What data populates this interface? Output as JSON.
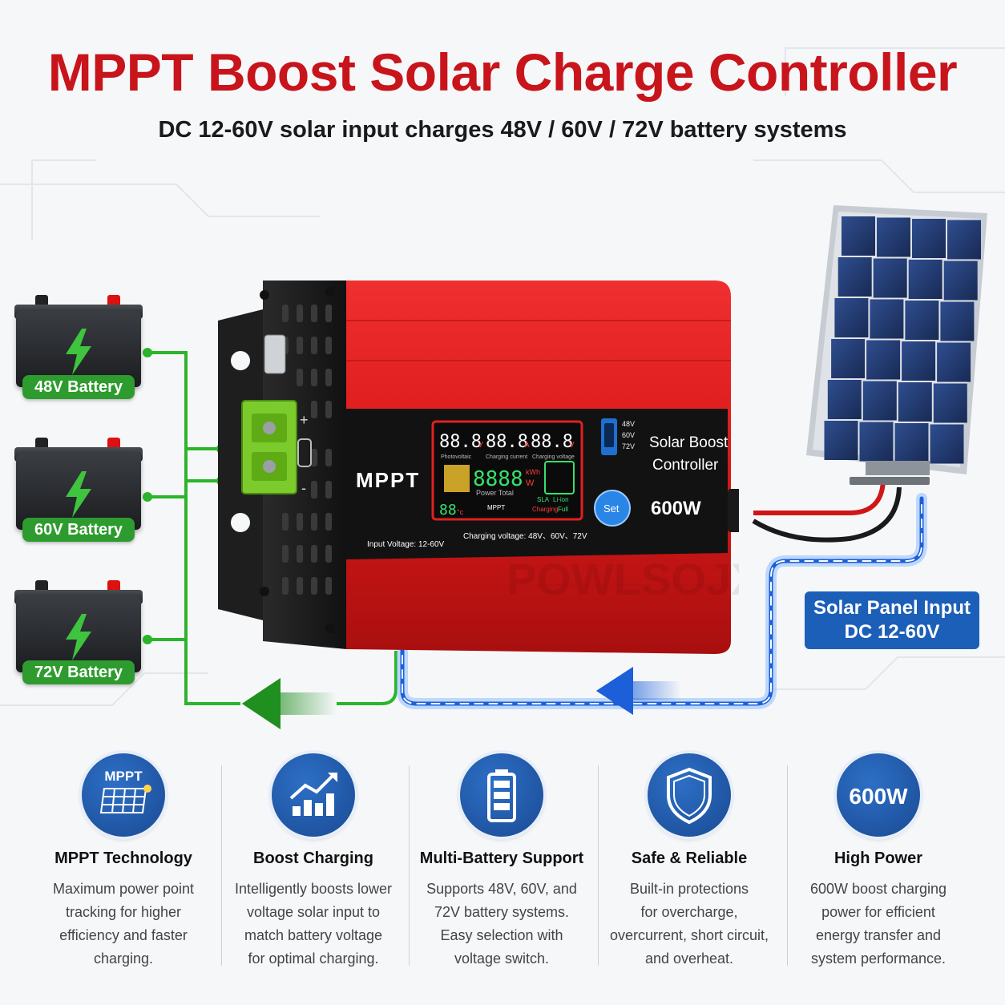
{
  "header": {
    "title": "MPPT Boost Solar Charge Controller",
    "subtitle": "DC 12-60V solar input charges 48V / 60V / 72V battery systems"
  },
  "batteries": [
    {
      "label": "48V Battery"
    },
    {
      "label": "60V Battery"
    },
    {
      "label": "72V Battery"
    }
  ],
  "controller": {
    "brand_label": "MPPT",
    "name_line1": "Solar Boost",
    "name_line2": "Controller",
    "power": "600W",
    "set_button": "Set",
    "voltage_switch": [
      "48V",
      "60V",
      "72V"
    ],
    "input_voltage": "Input Voltage: 12-60V",
    "charging_voltage": "Charging voltage: 48V、60V、72V",
    "terminal_plus": "+",
    "terminal_minus": "-",
    "display": {
      "readout_1": "88.8",
      "unit_1": "V",
      "readout_2": "88.8",
      "unit_2": "A",
      "readout_3": "88.8",
      "unit_3": "V",
      "caption_1": "Photovoltaic",
      "caption_2": "Charging current",
      "caption_3": "Charging voltage",
      "power_readout": "8888",
      "power_unit_kwh": "kWh",
      "power_unit_w": "W",
      "power_caption": "Power  Total",
      "temp_readout": "88",
      "temp_unit": "°c",
      "mppt_tag": "MPPT",
      "sla": "SLA",
      "liion": "Li-ion",
      "charging": "Charging",
      "full": "Full"
    }
  },
  "watermark": "POWLSOJX",
  "solar_panel": {
    "label_line1": "Solar Panel Input",
    "label_line2": "DC 12-60V"
  },
  "features": [
    {
      "icon": "mppt-panel-icon",
      "icon_text": "MPPT",
      "title": "MPPT Technology",
      "desc": [
        "Maximum power point",
        "tracking for higher",
        "efficiency and faster",
        "charging."
      ]
    },
    {
      "icon": "boost-chart-icon",
      "title": "Boost Charging",
      "desc": [
        "Intelligently boosts lower",
        "voltage solar input to",
        "match battery voltage",
        "for optimal charging."
      ]
    },
    {
      "icon": "battery-icon",
      "title": "Multi-Battery Support",
      "desc": [
        "Supports 48V, 60V, and",
        "72V battery systems.",
        "Easy selection with",
        "voltage switch."
      ]
    },
    {
      "icon": "shield-icon",
      "title": "Safe & Reliable",
      "desc": [
        "Built-in protections",
        "for overcharge,",
        "overcurrent, short circuit,",
        "and overheat."
      ]
    },
    {
      "icon": "power-badge-icon",
      "icon_text": "600W",
      "title": "High Power",
      "desc": [
        "600W boost charging",
        "power for efficient",
        "energy transfer and",
        "system performance."
      ]
    }
  ],
  "colors": {
    "title_red": "#c8141b",
    "battery_green": "#2e9b2e",
    "solar_blue": "#1c5fb8",
    "icon_blue": "#1a4a93",
    "controller_red": "#e01b1b"
  }
}
